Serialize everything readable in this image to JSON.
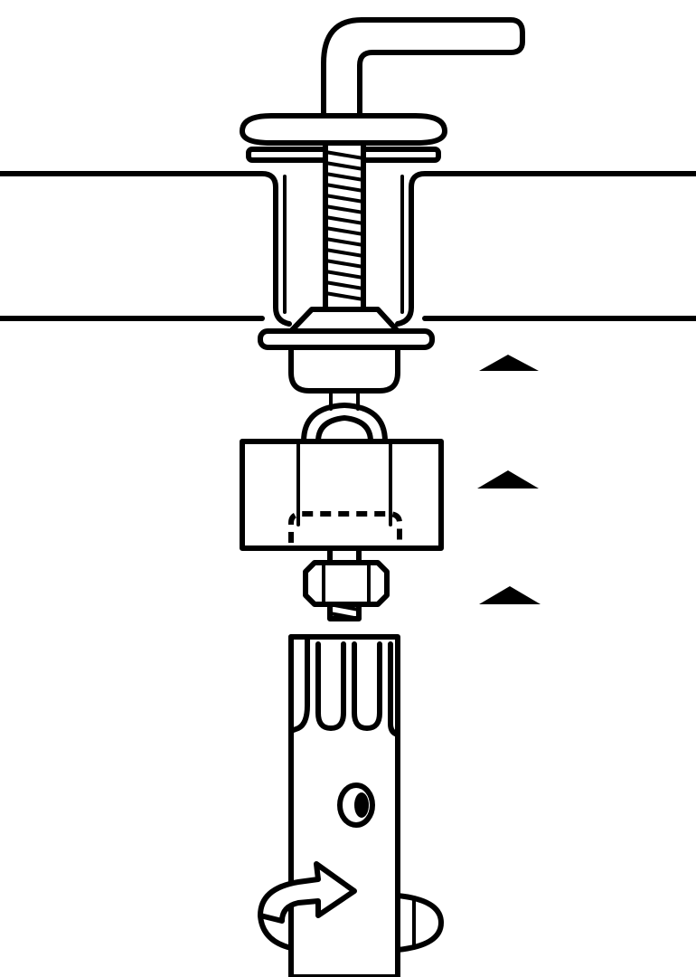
{
  "diagram": {
    "subject": "toilet-seat-hinge-bolt-assembly",
    "colors": {
      "ink": "#000000",
      "background": "#ffffff"
    },
    "parts": [
      {
        "id": "hinge-post",
        "icon": "l-shaped-post"
      },
      {
        "id": "washer",
        "icon": "flat-washer"
      },
      {
        "id": "threaded-bolt",
        "icon": "threaded-shaft"
      },
      {
        "id": "bowl-mount",
        "icon": "bowl-cross-section"
      },
      {
        "id": "cone-washer",
        "icon": "cone-washer"
      },
      {
        "id": "cap-nut",
        "icon": "cap-nut"
      },
      {
        "id": "anchor-block",
        "icon": "rubber-anchor"
      },
      {
        "id": "hex-nut",
        "icon": "hex-nut"
      },
      {
        "id": "socket-tool",
        "icon": "slotted-socket-tool"
      },
      {
        "id": "rotation-arrow",
        "icon": "curved-rotate-arrow"
      }
    ],
    "pointers": [
      {
        "id": "pointer-1",
        "icon": "triangle-up-marker"
      },
      {
        "id": "pointer-2",
        "icon": "triangle-up-marker"
      },
      {
        "id": "pointer-3",
        "icon": "triangle-up-marker"
      }
    ]
  }
}
